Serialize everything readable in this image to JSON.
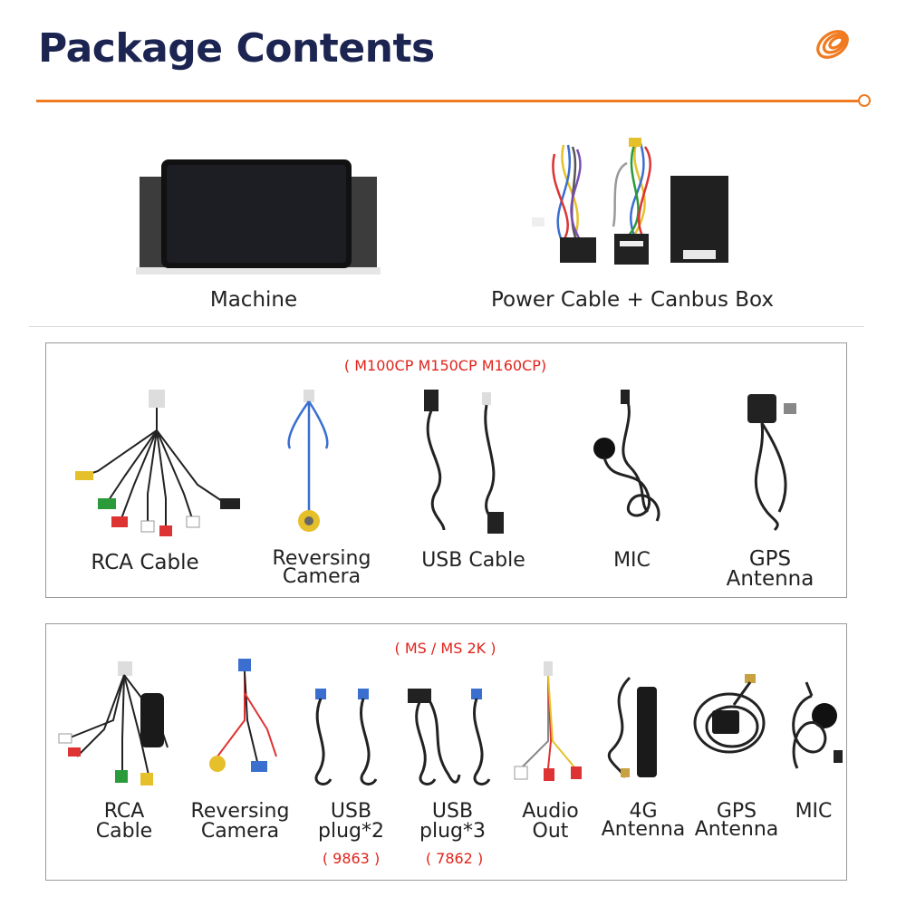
{
  "page": {
    "title": "Package Contents"
  },
  "top": {
    "machine_label": "Machine",
    "power_label": "Power Cable + Canbus Box"
  },
  "box1": {
    "note": "( M100CP M150CP M160CP)",
    "items": [
      {
        "label": "RCA Cable"
      },
      {
        "label_line1": "Reversing",
        "label_line2": "Camera"
      },
      {
        "label": "USB Cable"
      },
      {
        "label": "MIC"
      },
      {
        "label_line1": "GPS",
        "label_line2": "Antenna"
      }
    ]
  },
  "box2": {
    "note": "( MS / MS 2K )",
    "items": [
      {
        "label_line1": "RCA",
        "label_line2": "Cable"
      },
      {
        "label_line1": "Reversing",
        "label_line2": "Camera"
      },
      {
        "label_line1": "USB",
        "label_line2": "plug*2",
        "code": "( 9863 )"
      },
      {
        "label_line1": "USB",
        "label_line2": "plug*3",
        "code": "( 7862 )"
      },
      {
        "label_line1": "Audio",
        "label_line2": "Out"
      },
      {
        "label_line1": "4G",
        "label_line2": "Antenna"
      },
      {
        "label_line1": "GPS",
        "label_line2": "Antenna"
      },
      {
        "label": "MIC"
      }
    ]
  },
  "colors": {
    "title": "#1c2451",
    "accent": "#f07a1f",
    "note": "#e0241b"
  }
}
